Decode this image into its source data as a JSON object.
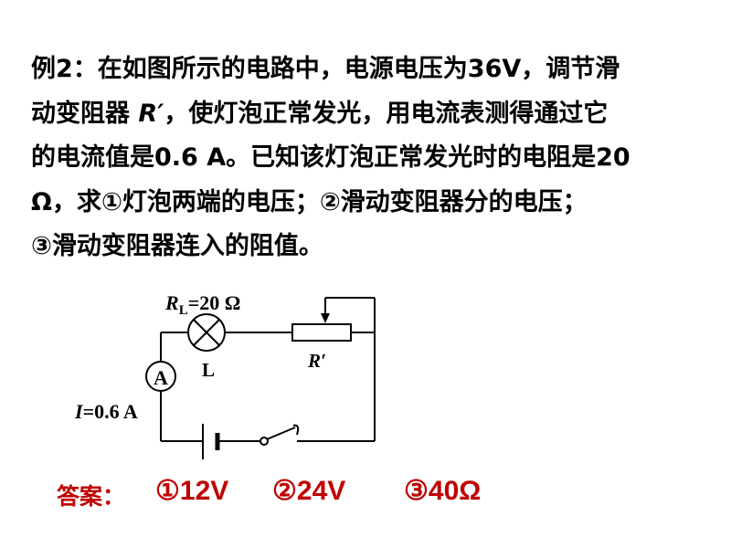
{
  "problem": {
    "line1": "例2：在如图所示的电路中，电源电压为36V，调节滑",
    "line2_a": "动变阻器 ",
    "line2_var": "R′",
    "line2_b": "，使灯泡正常发光，用电流表测得通过它",
    "line3": "的电流值是0.6 A。已知该灯泡正常发光时的电阻是20",
    "line4": "Ω，求①灯泡两端的电压；②滑动变阻器分的电压；",
    "line5": "③滑动变阻器连入的阻值。"
  },
  "circuit": {
    "lamp_resistance_symbol": "R",
    "lamp_resistance_subscript": "L",
    "lamp_resistance_value": "=20 Ω",
    "lamp_label": "L",
    "rheostat_label": "R′",
    "ammeter_symbol": "A",
    "current_symbol": "I",
    "current_value": "=0.6 A"
  },
  "answer": {
    "label": "答案：",
    "a1": "①12V",
    "a2": "②24V",
    "a3": "③40Ω"
  },
  "colors": {
    "text": "#000000",
    "answer": "#c00000",
    "background": "#ffffff"
  }
}
